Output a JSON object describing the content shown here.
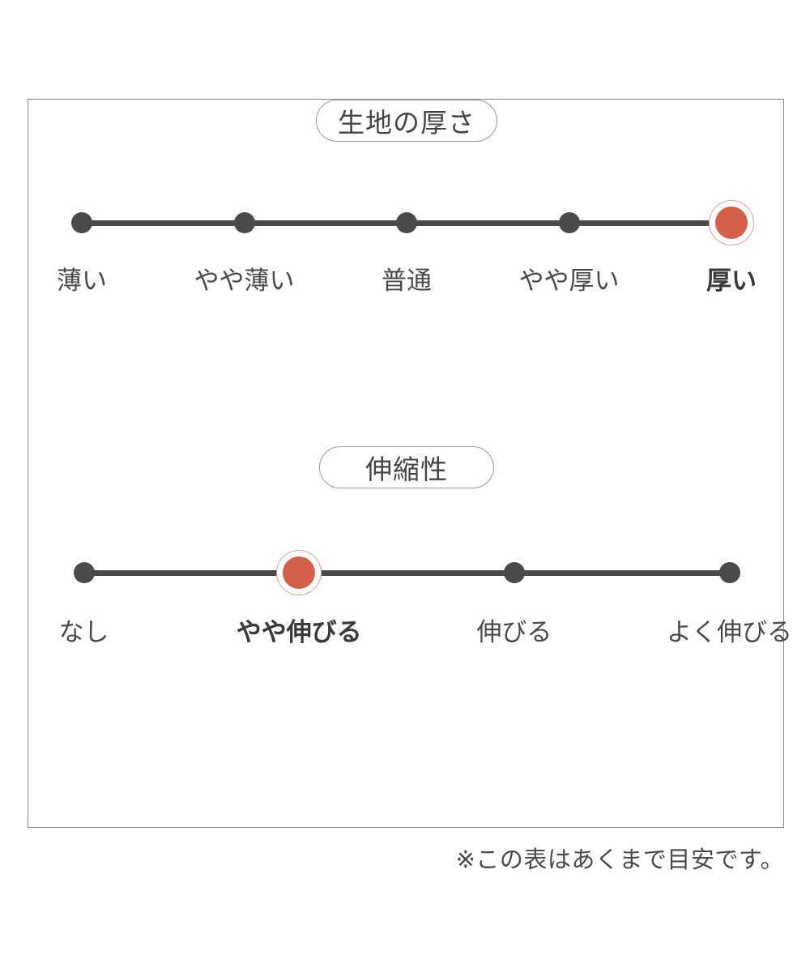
{
  "frame": {
    "border_color": "#8a8a8a"
  },
  "colors": {
    "dot": "#4a4a4a",
    "selected_dot": "#d2604a",
    "selected_ring": "#d9a294",
    "text": "#4a4a4a",
    "badge_border": "#9a9a9a",
    "background": "#ffffff"
  },
  "sections": [
    {
      "id": "fabric-thickness",
      "badge_label": "生地の厚さ",
      "options": [
        {
          "label": "薄い",
          "selected": false
        },
        {
          "label": "やや薄い",
          "selected": false
        },
        {
          "label": "普通",
          "selected": false
        },
        {
          "label": "やや厚い",
          "selected": false
        },
        {
          "label": "厚い",
          "selected": true
        }
      ],
      "selected_index": 4,
      "selected_label": "厚い"
    },
    {
      "id": "stretchability",
      "badge_label": "伸縮性",
      "options": [
        {
          "label": "なし",
          "selected": false
        },
        {
          "label": "やや伸びる",
          "selected": true
        },
        {
          "label": "伸びる",
          "selected": false
        },
        {
          "label": "よく伸びる",
          "selected": false
        }
      ],
      "selected_index": 1,
      "selected_label": "やや伸びる"
    }
  ],
  "footnote": "※この表はあくまで目安です。"
}
